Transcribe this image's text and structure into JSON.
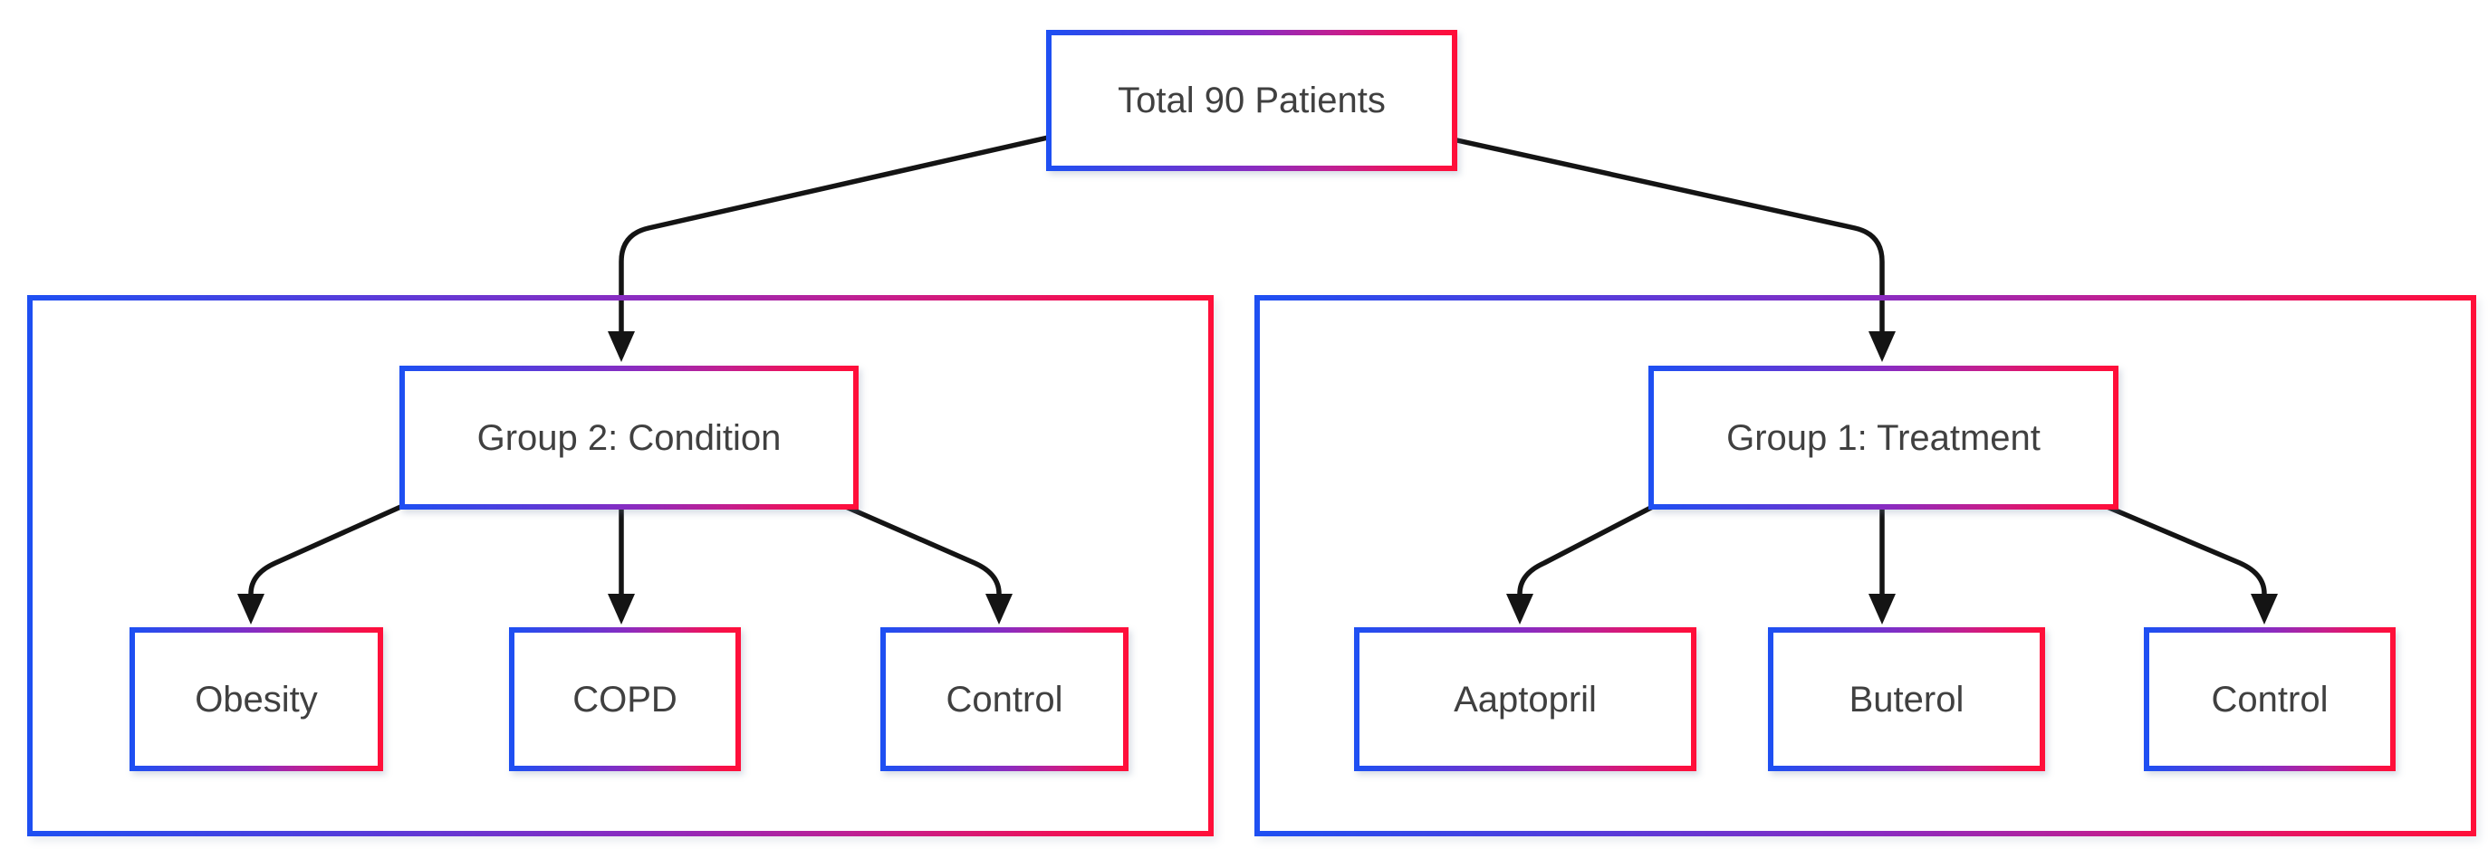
{
  "diagram": {
    "type": "study-design-flowchart",
    "root": {
      "label": "Total 90 Patients"
    },
    "groups": [
      {
        "label": "Group 2: Condition",
        "children": [
          "Obesity",
          "COPD",
          "Control"
        ]
      },
      {
        "label": "Group 1: Treatment",
        "children": [
          "Aaptopril",
          "Buterol",
          "Control"
        ]
      }
    ],
    "colors": {
      "gradient_start": "#1e4ff2",
      "gradient_mid": "#8c2bbf",
      "gradient_end": "#ff0f3a",
      "arrow": "#141414",
      "text": "#404040",
      "node_fill": "#ffffff",
      "background": "#ffffff"
    }
  }
}
